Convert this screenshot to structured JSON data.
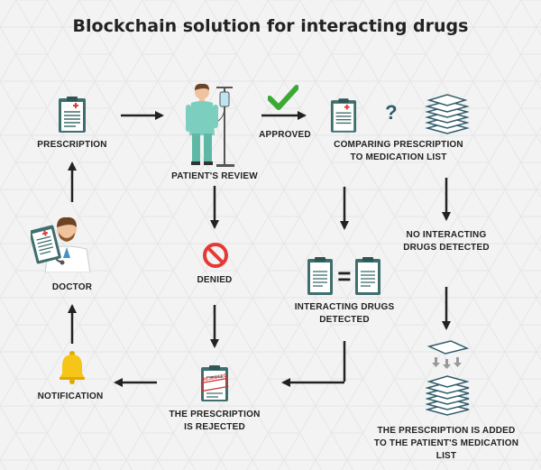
{
  "title": "Blockchain solution for interacting drugs",
  "nodes": {
    "prescription": "PRESCRIPTION",
    "patient_review": "PATIENT'S REVIEW",
    "approved": "APPROVED",
    "comparing_line1": "COMPARING PRESCRIPTION",
    "comparing_line2": "TO MEDICATION LIST",
    "no_interacting_line1": "NO INTERACTING",
    "no_interacting_line2": "DRUGS DETECTED",
    "denied": "DENIED",
    "doctor": "DOCTOR",
    "interacting_line1": "INTERACTING DRUGS",
    "interacting_line2": "DETECTED",
    "notification": "NOTIFICATION",
    "rejected_line1": "THE PRESCRIPTION",
    "rejected_line2": "IS REJECTED",
    "added_line1": "THE PRESCRIPTION IS ADDED",
    "added_line2": "TO THE PATIENT'S MEDICATION",
    "added_line3": "LIST"
  },
  "stamp_text": "REJECTED",
  "question_mark": "?",
  "equals_sign": "=",
  "colors": {
    "accent_teal": "#3f6e6e",
    "check_green": "#3aaa35",
    "denied_red": "#e53935",
    "bell_yellow": "#f5c518",
    "arrow_dark": "#222222"
  }
}
